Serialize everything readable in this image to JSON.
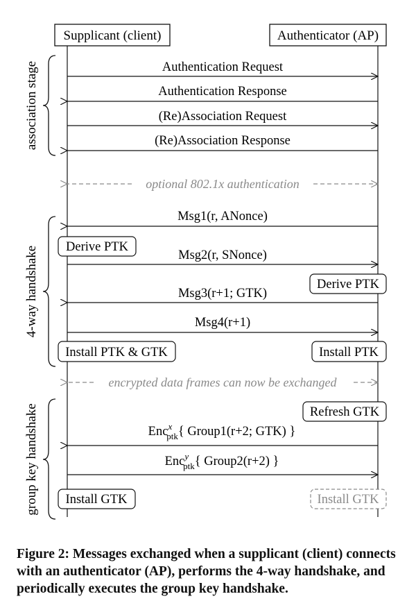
{
  "participants": {
    "left": "Supplicant (client)",
    "right": "Authenticator (AP)"
  },
  "stages": {
    "association": "association stage",
    "four_way": "4-way handshake",
    "group_key": "group key handshake"
  },
  "messages": {
    "auth_request": "Authentication Request",
    "auth_response": "Authentication Response",
    "reassoc_request": "(Re)Association Request",
    "reassoc_response": "(Re)Association Response",
    "optional_8021x": "optional 802.1x authentication",
    "msg1": "Msg1(r, ANonce)",
    "msg2": "Msg2(r, SNonce)",
    "msg3": "Msg3(r+1; GTK)",
    "msg4": "Msg4(r+1)",
    "encrypted_frames": "encrypted data frames can now be exchanged",
    "group1": {
      "enc": "Enc",
      "sup": "x",
      "sub": "ptk",
      "body": "{ Group1(r+2; GTK) }"
    },
    "group2": {
      "enc": "Enc",
      "sup": "y",
      "sub": "ptk",
      "body": "{ Group2(r+2) }"
    }
  },
  "actions": {
    "derive_ptk_client": "Derive PTK",
    "derive_ptk_ap": "Derive PTK",
    "install_ptk_gtk_client": "Install PTK & GTK",
    "install_ptk_ap": "Install PTK",
    "refresh_gtk_ap": "Refresh GTK",
    "install_gtk_client": "Install GTK",
    "install_gtk_ap": "Install GTK"
  },
  "caption": "Figure 2: Messages exchanged when a supplicant (client) connects with an authenticator (AP), performs the 4-way handshake, and periodically executes the group key handshake.",
  "colors": {
    "ink": "#111111",
    "muted": "#8a8a8a"
  }
}
